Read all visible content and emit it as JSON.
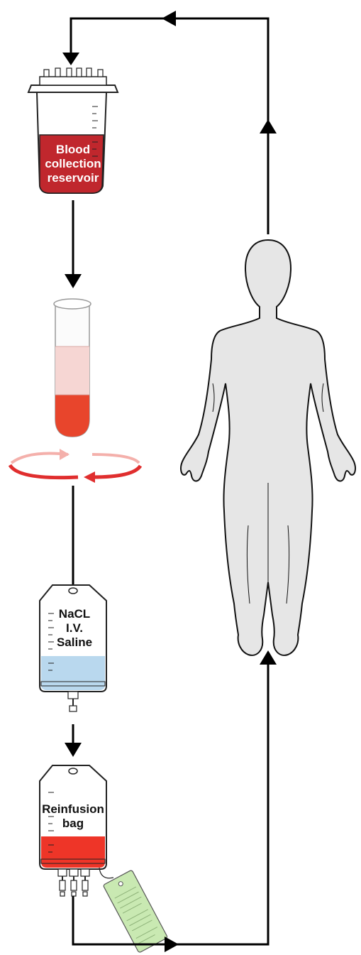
{
  "labels": {
    "reservoir_line1": "Blood",
    "reservoir_line2": "collection",
    "reservoir_line3": "reservoir",
    "saline_line1": "NaCL",
    "saline_line2": "I.V.",
    "saline_line3": "Saline",
    "reinfusion_line1": "Reinfusion",
    "reinfusion_line2": "bag"
  },
  "colors": {
    "blood_dark": "#c0272d",
    "blood_tube": "#e8452c",
    "saline_fill": "#b9d8ee",
    "body_fill": "#e6e6e6",
    "arrow": "#000000",
    "tag": "#c9e9b2"
  }
}
